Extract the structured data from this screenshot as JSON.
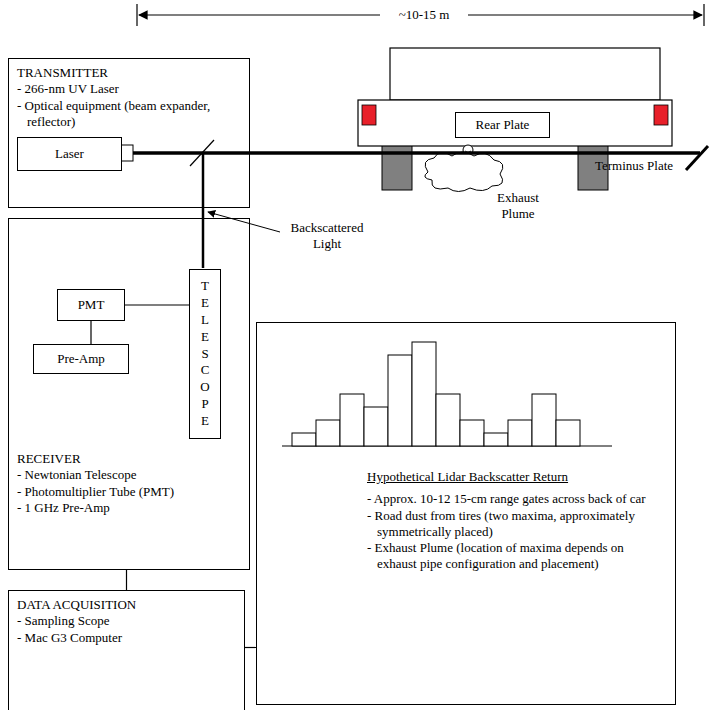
{
  "diagram": {
    "nodes": [
      {
        "text": [
          "TRANSMITTER",
          "- 266-nm UV Laser",
          "- Optical equipment (beam expander, reflector)"
        ]
      },
      {
        "text": [
          "Laser"
        ],
        "in": 0
      },
      {
        "text": [
          "RECEIVER",
          "- Newtonian Telescope",
          "- Photomultiplier Tube (PMT)",
          "- 1 GHz Pre-Amp"
        ]
      },
      {
        "text": [
          "TELESCOPE"
        ],
        "in": 2
      },
      {
        "text": [
          "PMT"
        ],
        "in": 2
      },
      {
        "text": [
          "Pre-Amp"
        ],
        "in": 2
      },
      {
        "text": [
          "Rear Plate"
        ]
      },
      {
        "text": [
          "Hypothetical Lidar Backscatter Return",
          "- Approx. 10-12 15-cm range gates across back of car",
          "- Road dust from tires (two maxima, approximately symmetrically placed)",
          "- Exhaust Plume (location of maxima depends on exhaust pipe configuration and placement)"
        ]
      },
      {
        "text": [
          "DATA ACQUISITION",
          "- Sampling Scope",
          "- Mac G3 Computer"
        ]
      }
    ],
    "edges": [
      {
        "from": 4,
        "to": 3,
        "arrow": "none"
      },
      {
        "from": 4,
        "to": 5,
        "arrow": "none"
      },
      {
        "from": 2,
        "to": 8,
        "arrow": "none"
      },
      {
        "from": 8,
        "to": 7,
        "arrow": "none"
      }
    ],
    "labels": [
      "~10-15 m",
      "Backscattered Light",
      "Exhaust Plume",
      "Terminus Plate"
    ]
  }
}
